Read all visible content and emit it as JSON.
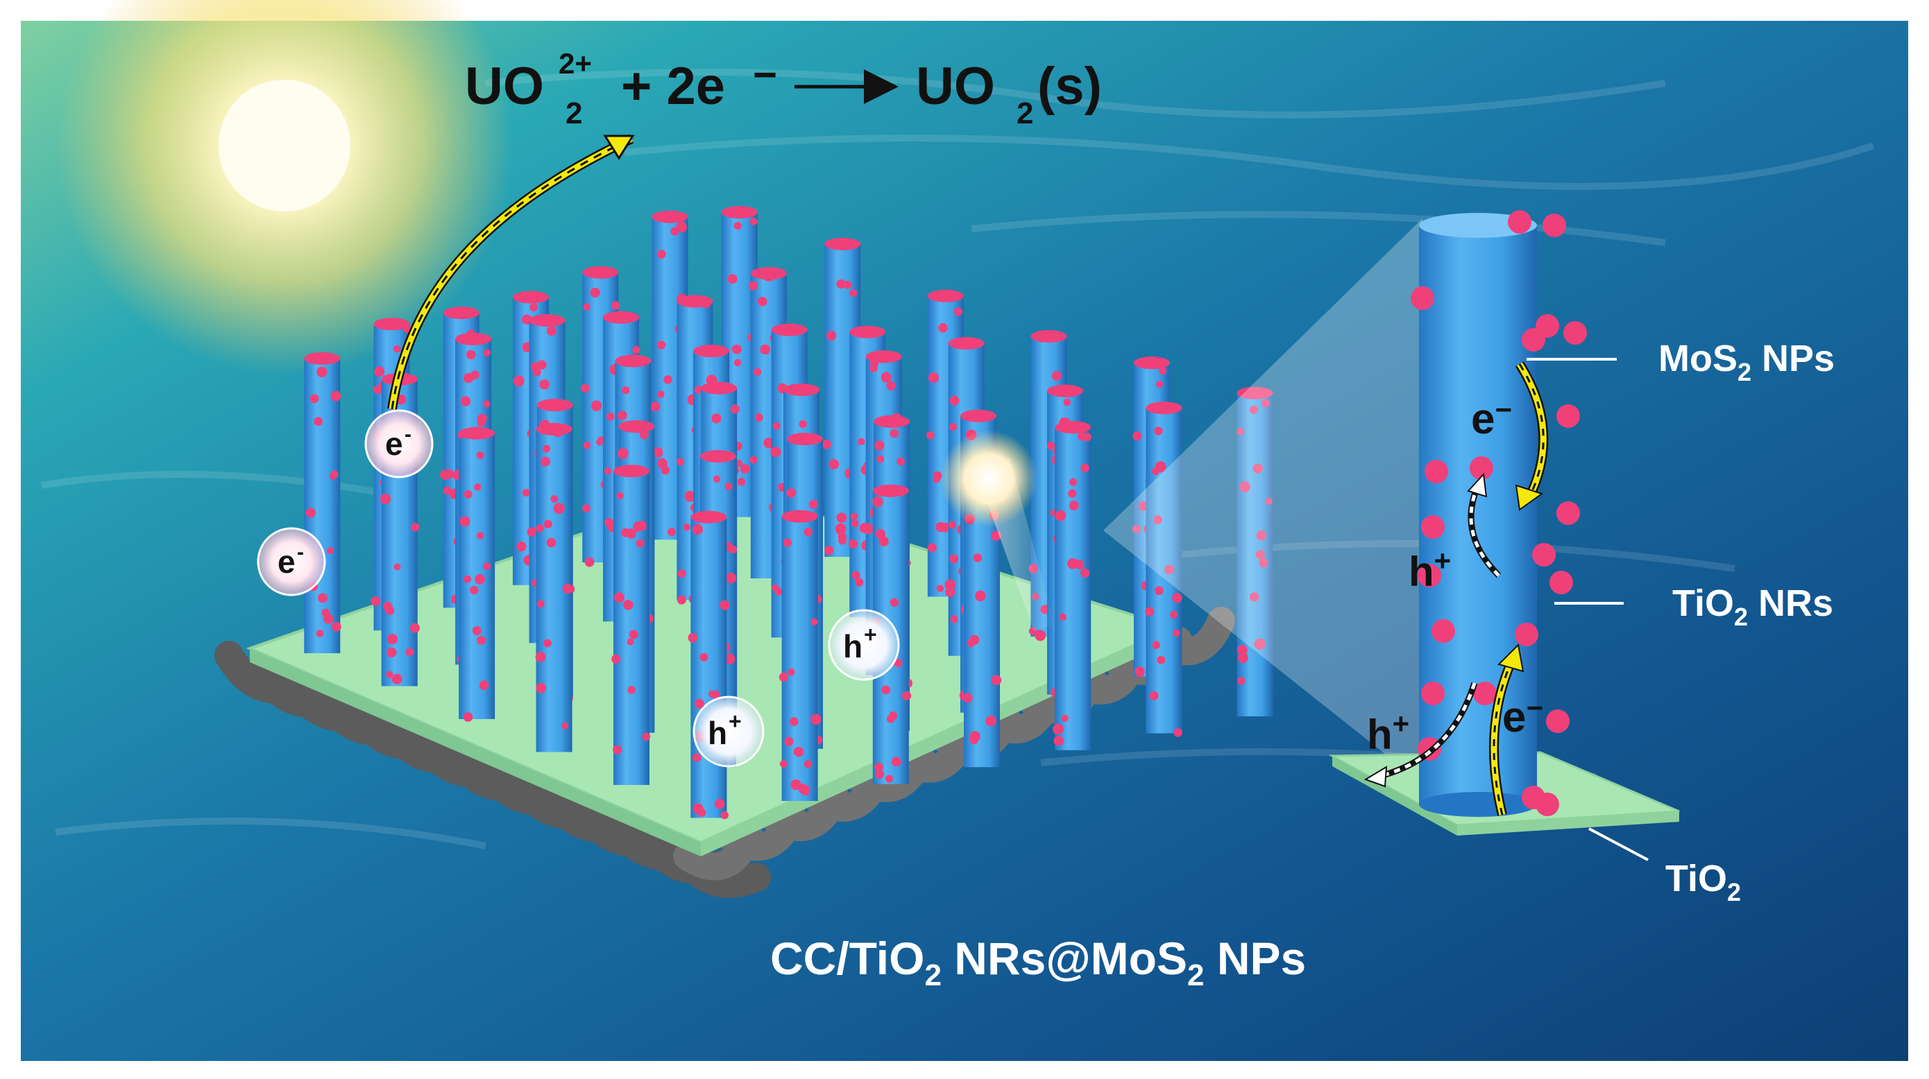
{
  "equation": {
    "reactant": "UO",
    "reactant_sub": "2",
    "reactant_sup": "2+",
    "plus_electrons": "+ 2e",
    "electron_minus": "−",
    "product": "UO",
    "product_sub": "2",
    "product_state": "(s)"
  },
  "carriers": {
    "electron": "e",
    "electron_sign": "-",
    "hole": "h",
    "hole_sign": "+",
    "electron_inset": "e",
    "electron_inset_sign": "−"
  },
  "labels": {
    "mos2_main": "MoS",
    "mos2_sub": "2",
    "mos2_tail": " NPs",
    "tio2nr_main": "TiO",
    "tio2nr_sub": "2",
    "tio2nr_tail": " NRs",
    "tio2_main": "TiO",
    "tio2_sub": "2",
    "caption_a": "CC/TiO",
    "caption_a_sub": "2",
    "caption_b": " NRs@MoS",
    "caption_b_sub": "2",
    "caption_c": " NPs"
  },
  "colors": {
    "water_deep": "#0c3f73",
    "water_light": "#1fa4b8",
    "sun": "#fff7c8",
    "nanorod": "#3f9fe6",
    "nanorod_dark": "#2476c4",
    "particle": "#f0407a",
    "substrate": "#a8e6b4",
    "carbon_cloth": "#6e6e6e",
    "arrow_yellow": "#f4e80a"
  }
}
